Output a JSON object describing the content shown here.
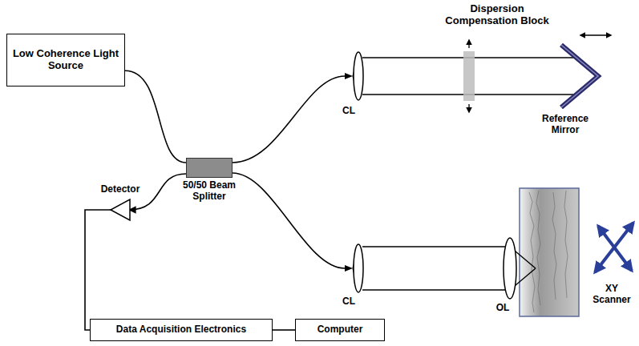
{
  "diagram": {
    "nodes": [
      {
        "text": [
          "Low Coherence Light Source"
        ]
      },
      {
        "text": [
          "50/50 Beam Splitter"
        ]
      },
      {
        "text": [
          "Detector"
        ]
      },
      {
        "text": [
          "Data Acquisition Electronics"
        ]
      },
      {
        "text": [
          "Computer"
        ]
      }
    ],
    "edges": [
      {
        "from": 0,
        "to": 1,
        "arrow": "none"
      },
      {
        "from": 1,
        "to": 2,
        "arrow": "to"
      },
      {
        "from": 2,
        "to": 3,
        "arrow": "none"
      },
      {
        "from": 3,
        "to": 4,
        "arrow": "none"
      }
    ],
    "labels": [
      "Dispersion Compensation Block",
      "CL",
      "Reference Mirror",
      "CL",
      "OL",
      "XY Scanner"
    ]
  }
}
